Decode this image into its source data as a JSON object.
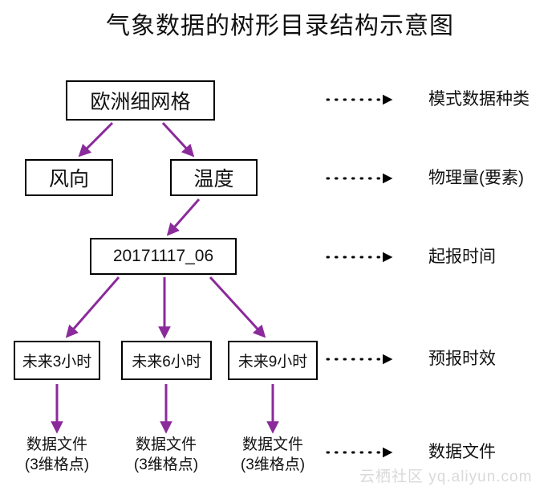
{
  "title": "气象数据的树形目录结构示意图",
  "colors": {
    "arrow_purple": "#8b2a9b",
    "box_border": "#000000",
    "text": "#111111",
    "background": "#ffffff",
    "watermark": "#d9d9d9"
  },
  "tree": {
    "level1": {
      "label": "欧洲细网格"
    },
    "level2": [
      {
        "label": "风向"
      },
      {
        "label": "温度"
      }
    ],
    "level3": {
      "label": "20171117_06"
    },
    "level4": [
      {
        "label": "未来3小时"
      },
      {
        "label": "未来6小时"
      },
      {
        "label": "未来9小时"
      }
    ],
    "level5": [
      {
        "line1": "数据文件",
        "line2": "(3维格点)"
      },
      {
        "line1": "数据文件",
        "line2": "(3维格点)"
      },
      {
        "line1": "数据文件",
        "line2": "(3维格点)"
      }
    ]
  },
  "side_labels": [
    {
      "label": "模式数据种类"
    },
    {
      "label": "物理量(要素)"
    },
    {
      "label": "起报时间"
    },
    {
      "label": "预报时效"
    },
    {
      "label": "数据文件"
    }
  ],
  "watermark": "云栖社区 yq.aliyun.com"
}
